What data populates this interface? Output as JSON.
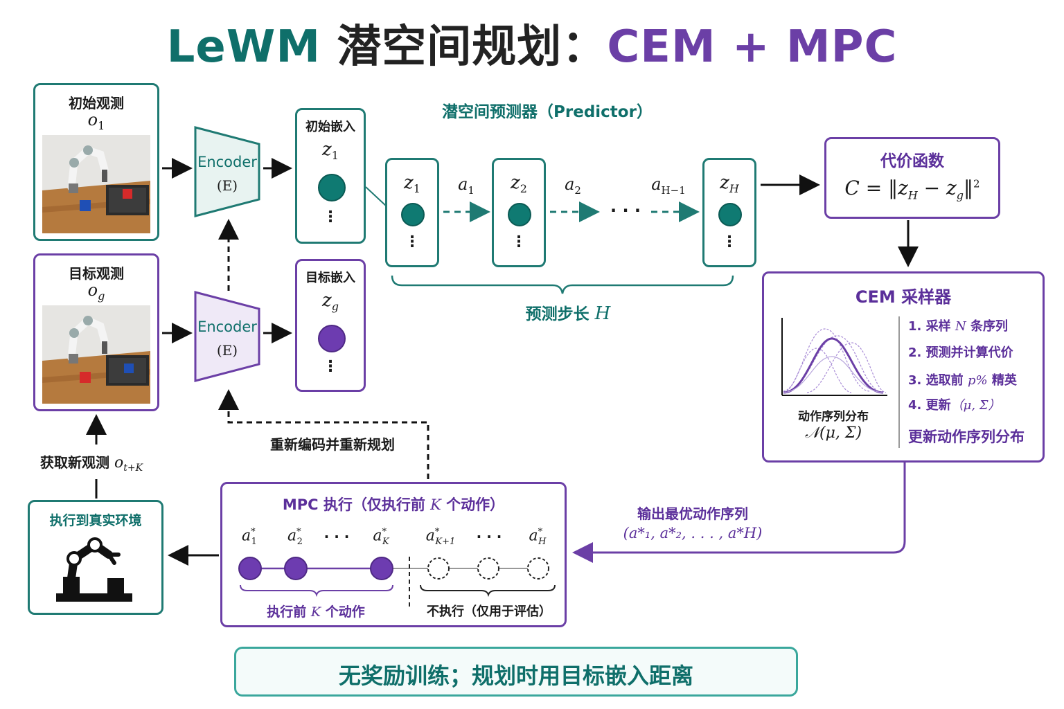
{
  "title": {
    "part1": "LeWM",
    "part2": " 潜空间规划：",
    "part3": "CEM + MPC"
  },
  "initial_obs": {
    "label": "初始观测",
    "symbol": "o",
    "sub": "1"
  },
  "goal_obs": {
    "label": "目标观测",
    "symbol": "o",
    "sub": "g"
  },
  "encoder_top": {
    "label": "Encoder",
    "symbol": "(E)"
  },
  "encoder_bottom": {
    "label": "Encoder",
    "symbol": "(E)"
  },
  "initial_embed": {
    "label": "初始嵌入",
    "symbol": "z",
    "sub": "1",
    "dots": "⋮"
  },
  "goal_embed": {
    "label": "目标嵌入",
    "symbol": "z",
    "sub": "g",
    "dots": "⋮"
  },
  "predictor": {
    "title": "潜空间预测器（Predictor）",
    "states": [
      {
        "symbol": "z",
        "sub": "1",
        "dots": "⋮"
      },
      {
        "symbol": "z",
        "sub": "2",
        "dots": "⋮"
      },
      {
        "symbol": "z",
        "sub": "H",
        "dots": "⋮"
      }
    ],
    "actions": [
      {
        "symbol": "a",
        "sub": "1"
      },
      {
        "symbol": "a",
        "sub": "2"
      },
      {
        "symbol": "a",
        "sub": "H−1"
      }
    ],
    "ellipsis": "· · ·",
    "horizon_label": "预测步长",
    "horizon_symbol": "H"
  },
  "cost": {
    "title": "代价函数",
    "formula": "C = ‖z",
    "formula_sub1": "H",
    "formula_mid": " − z",
    "formula_sub2": "g",
    "formula_end": "‖",
    "formula_sup": "2"
  },
  "cem": {
    "title": "CEM 采样器",
    "steps": [
      {
        "num": "1.",
        "text": "采样",
        "sym": "N",
        "tail": "条序列"
      },
      {
        "num": "2.",
        "text": "预测并计算代价",
        "sym": "",
        "tail": ""
      },
      {
        "num": "3.",
        "text": "选取前",
        "sym": "p%",
        "tail": "精英"
      },
      {
        "num": "4.",
        "text": "更新",
        "sym": "（μ, Σ）",
        "tail": ""
      }
    ],
    "summary": "更新动作序列分布",
    "dist_label": "动作序列分布",
    "dist_symbol": "𝒩(μ, Σ)"
  },
  "output": {
    "label": "输出最优动作序列",
    "seq": "(a*₁, a*₂, . . . , a*H)"
  },
  "mpc": {
    "title": "MPC 执行（仅执行前",
    "title_sym": "K",
    "title_tail": "个动作）",
    "exec_actions": [
      {
        "symbol": "a",
        "sup": "*",
        "sub": "1"
      },
      {
        "symbol": "a",
        "sup": "*",
        "sub": "2"
      },
      {
        "symbol": "a",
        "sup": "*",
        "sub": "K"
      }
    ],
    "skip_actions": [
      {
        "symbol": "a",
        "sup": "*",
        "sub": "K+1"
      },
      {
        "symbol": "a",
        "sup": "*",
        "sub": "H"
      }
    ],
    "ellipsis": "· · ·",
    "exec_label": "执行前",
    "exec_sym": "K",
    "exec_tail": "个动作",
    "skip_label": "不执行（仅用于评估）"
  },
  "replan": {
    "label": "重新编码并重新规划"
  },
  "new_obs": {
    "label": "获取新观测",
    "symbol": "o",
    "sub": "t+K"
  },
  "real_env": {
    "label": "执行到真实环境"
  },
  "footer": {
    "text": "无奖励训练；规划时用目标嵌入距离"
  },
  "colors": {
    "teal": "#1f7a73",
    "purple": "#6b3fa6",
    "teal_fill": "#0f7a72",
    "purple_fill": "#6d3cb0"
  }
}
